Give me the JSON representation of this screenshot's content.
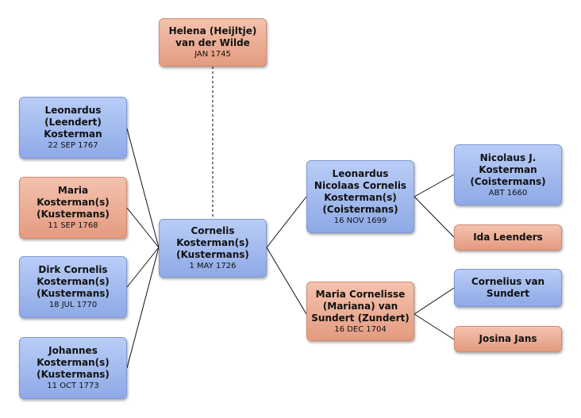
{
  "people": {
    "helena": {
      "name": "Helena (Heijltje)\nvan der Wilde",
      "date": "JAN 1745"
    },
    "leonardus_leendert": {
      "name": "Leonardus\n(Leendert)\nKosterman",
      "date": "22 SEP 1767"
    },
    "maria_kosterman": {
      "name": "Maria\nKosterman(s)\n(Kustermans)",
      "date": "11 SEP 1768"
    },
    "dirk_cornelis": {
      "name": "Dirk Cornelis\nKosterman(s)\n(Kustermans)",
      "date": "18 JUL 1770"
    },
    "johannes": {
      "name": "Johannes\nKosterman(s)\n(Kustermans)",
      "date": "11 OCT 1773"
    },
    "cornelis": {
      "name": "Cornelis\nKosterman(s)\n(Kustermans)",
      "date": "1 MAY 1726"
    },
    "leonardus_nicolaas": {
      "name": "Leonardus\nNicolaas Cornelis\nKosterman(s)\n(Coistermans)",
      "date": "16 NOV 1699"
    },
    "maria_cornelisse": {
      "name": "Maria Cornelisse\n(Mariana) van\nSundert (Zundert)",
      "date": "16 DEC 1704"
    },
    "nicolaus": {
      "name": "Nicolaus J.\nKosterman\n(Coistermans)",
      "date": "ABT 1660"
    },
    "ida": {
      "name": "Ida Leenders",
      "date": ""
    },
    "cornelius": {
      "name": "Cornelius van\nSundert",
      "date": ""
    },
    "josina": {
      "name": "Josina Jans",
      "date": ""
    }
  },
  "colors": {
    "male": "#9fb8ee",
    "female": "#eeb098",
    "line": "#111111",
    "spouse_line": "#555555"
  }
}
